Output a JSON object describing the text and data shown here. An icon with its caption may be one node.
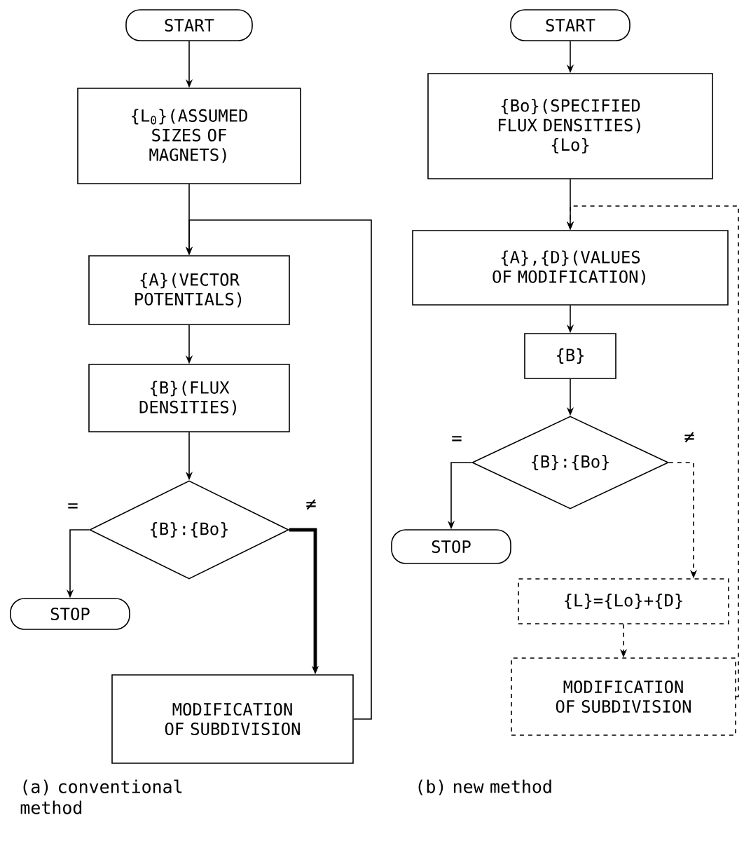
{
  "diagram": {
    "nodes": [
      {
        "text": [
          "START"
        ]
      },
      {
        "text": [
          "{L$_{0}$}(ASSUMED SIZES OF MAGNETS)"
        ]
      },
      {
        "text": [
          "{A}(VECTOR POTENTIALS)"
        ]
      },
      {
        "text": [
          "{B}(FLUX DENSITIES)"
        ]
      },
      {
        "text": [
          "{B}:{Bo}"
        ]
      },
      {
        "text": [
          "STOP"
        ]
      },
      {
        "text": [
          "MODIFICATION OF SUBDIVISION"
        ]
      },
      {
        "text": [
          "START"
        ]
      },
      {
        "text": [
          "{Bo}(SPECIFIED FLUX DENSITIES)",
          "{Lo}"
        ]
      },
      {
        "text": [
          "{A},{D}(VALUES OF MODIFICATION)"
        ]
      },
      {
        "text": [
          "{B}"
        ]
      },
      {
        "text": [
          "{B}:{Bo}"
        ]
      },
      {
        "text": [
          "STOP"
        ]
      },
      {
        "text": [
          "{L}={Lo}+{D}"
        ]
      },
      {
        "text": [
          "MODIFICATION OF SUBDIVISION"
        ]
      }
    ],
    "edges": [
      {
        "from": 0,
        "to": 1,
        "arrow": "to"
      },
      {
        "from": 1,
        "to": 2,
        "arrow": "to"
      },
      {
        "from": 2,
        "to": 3,
        "arrow": "to"
      },
      {
        "from": 3,
        "to": 4,
        "arrow": "to"
      },
      {
        "from": 4,
        "to": 5,
        "arrow": "to",
        "label": "="
      },
      {
        "from": 4,
        "to": 6,
        "arrow": "to",
        "label": "≠",
        "style": "thick"
      },
      {
        "from": 6,
        "to": 2,
        "arrow": "to"
      },
      {
        "from": 7,
        "to": 8,
        "arrow": "to"
      },
      {
        "from": 8,
        "to": 9,
        "arrow": "to"
      },
      {
        "from": 9,
        "to": 10,
        "arrow": "to"
      },
      {
        "from": 10,
        "to": 11,
        "arrow": "to"
      },
      {
        "from": 11,
        "to": 12,
        "arrow": "to",
        "label": "="
      },
      {
        "from": 11,
        "to": 13,
        "arrow": "to",
        "label": "≠",
        "style": "dashed"
      },
      {
        "from": 13,
        "to": 14,
        "arrow": "to",
        "style": "dashed"
      },
      {
        "from": 14,
        "to": 9,
        "arrow": "to",
        "style": "dashed"
      }
    ],
    "labels": [
      "(a) conventional method",
      "(b) new method"
    ]
  }
}
